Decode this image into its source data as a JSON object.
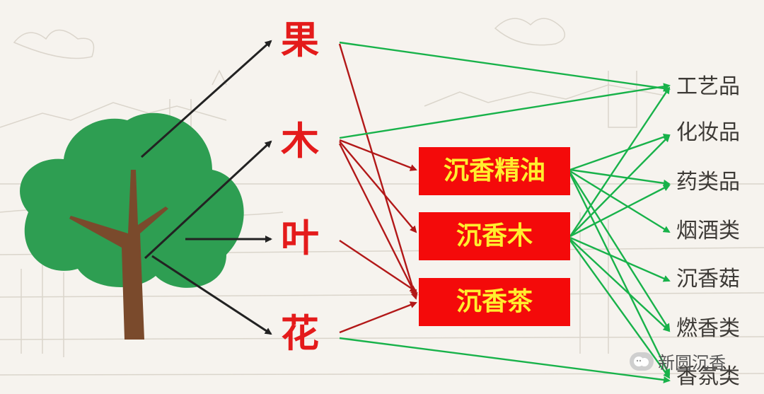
{
  "diagram": {
    "plant_parts": [
      "果",
      "木",
      "叶",
      "花"
    ],
    "products": [
      "沉香精油",
      "沉香木",
      "沉香茶"
    ],
    "uses": [
      "工艺品",
      "化妆品",
      "药类品",
      "烟酒类",
      "沉香菇",
      "燃香类",
      "香氛类"
    ],
    "watermark": "新圆沉香",
    "colors": {
      "part_text": "#e41b1b",
      "product_fill": "#f40a0a",
      "product_text": "#ffee2e",
      "arrow_black": "#222222",
      "arrow_red": "#b21818",
      "arrow_green": "#18b24a",
      "tree_foliage": "#2e9e52",
      "tree_trunk": "#7a4a2c"
    }
  }
}
